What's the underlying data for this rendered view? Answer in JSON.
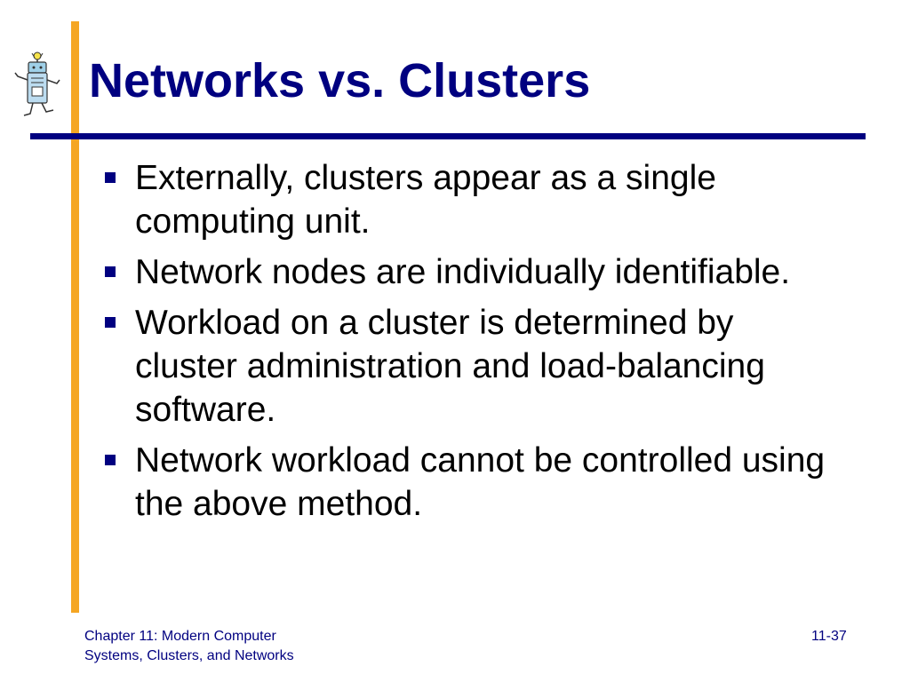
{
  "slide": {
    "title": "Networks vs. Clusters",
    "bullets": [
      "Externally, clusters appear as a single computing unit.",
      "Network nodes are individually identifiable.",
      "Workload on a cluster is determined by cluster administration and load-balancing software.",
      "Network workload cannot be controlled using the above method."
    ]
  },
  "footer": {
    "chapter_line1": "Chapter 11: Modern Computer",
    "chapter_line2": "Systems, Clusters, and Networks",
    "page_number": "11-37"
  },
  "colors": {
    "title": "#000080",
    "accent_bar": "#f5a623",
    "rule": "#000080",
    "bullet": "#000080"
  },
  "icons": {
    "mascot": "computer-mascot-icon"
  }
}
